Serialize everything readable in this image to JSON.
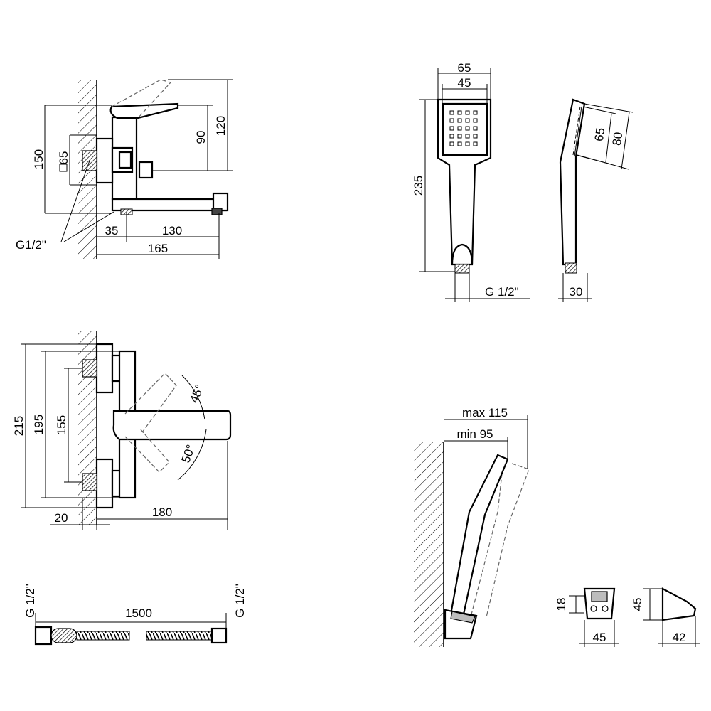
{
  "view_front": {
    "dim_width_shower_head": "65",
    "dim_width_face": "45",
    "dim_length": "235",
    "dim_thread": "G 1/2\""
  },
  "view_side": {
    "dim_inner": "65",
    "dim_outer": "80",
    "dim_thickness": "30"
  },
  "view_mixer_side": {
    "dim_150": "150",
    "dim_square": "65",
    "dim_90": "90",
    "dim_120": "120",
    "dim_35": "35",
    "dim_130": "130",
    "dim_165": "165",
    "thread_label": "G1/2\""
  },
  "view_mixer_top": {
    "dim_215": "215",
    "dim_195": "195",
    "dim_155": "155",
    "dim_20": "20",
    "dim_180": "180",
    "angle_up": "45°",
    "angle_down": "50°"
  },
  "view_hose": {
    "length": "1500",
    "thread_left": "G 1/2\"",
    "thread_right": "G 1/2\""
  },
  "view_holder_wall": {
    "dim_max": "max 115",
    "dim_min": "min 95"
  },
  "view_holder_detail": {
    "dim_height_front": "18",
    "dim_width_front": "45",
    "dim_height_side": "45",
    "dim_width_side": "42"
  }
}
